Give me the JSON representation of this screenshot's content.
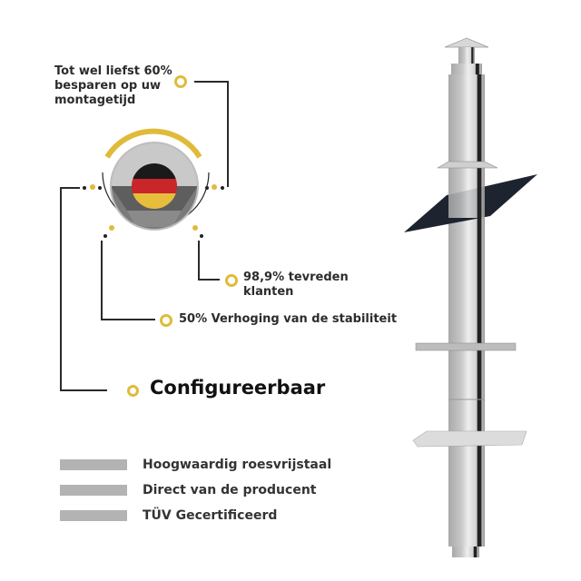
{
  "callouts": {
    "savings": "Tot wel liefst 60% besparen op uw montagetijd",
    "savings_lines": [
      "Tot wel liefst 60%",
      "besparen op uw",
      "montagetijd"
    ],
    "satisfaction_lines": [
      "98,9% tevreden",
      "klanten"
    ],
    "stability": "50% Verhoging van de stabiliteit",
    "configurable": "Configureerbaar"
  },
  "features": [
    {
      "label": "Hoogwaardig roesvrijstaal"
    },
    {
      "label": "Direct van de producent"
    },
    {
      "label": "TÜV Gecertificeerd"
    }
  ],
  "badge": {
    "flag": "germany-flag-icon"
  },
  "colors": {
    "accent": "#e0bb3a",
    "line": "#2a2a2a",
    "bar": "#b3b3b3",
    "flashing": "#1d2430"
  },
  "product": {
    "name": "stainless-steel-chimney-pipe"
  }
}
